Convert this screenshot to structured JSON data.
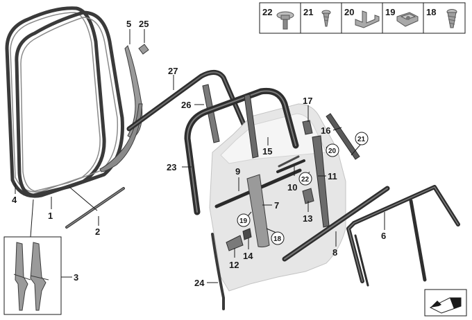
{
  "diagram": {
    "part_numbers_table": [
      "22",
      "21",
      "20",
      "19",
      "18"
    ],
    "callouts": [
      {
        "id": "c1",
        "text": "1"
      },
      {
        "id": "c2",
        "text": "2"
      },
      {
        "id": "c3",
        "text": "3"
      },
      {
        "id": "c4",
        "text": "4"
      },
      {
        "id": "c5",
        "text": "5"
      },
      {
        "id": "c6",
        "text": "6"
      },
      {
        "id": "c7",
        "text": "7"
      },
      {
        "id": "c8",
        "text": "8"
      },
      {
        "id": "c9",
        "text": "9"
      },
      {
        "id": "c10",
        "text": "10"
      },
      {
        "id": "c11",
        "text": "11"
      },
      {
        "id": "c12",
        "text": "12"
      },
      {
        "id": "c13",
        "text": "13"
      },
      {
        "id": "c14",
        "text": "14"
      },
      {
        "id": "c15",
        "text": "15"
      },
      {
        "id": "c16",
        "text": "16"
      },
      {
        "id": "c17",
        "text": "17"
      },
      {
        "id": "c23",
        "text": "23"
      },
      {
        "id": "c24",
        "text": "24"
      },
      {
        "id": "c25",
        "text": "25"
      },
      {
        "id": "c26",
        "text": "26"
      },
      {
        "id": "c27",
        "text": "27"
      }
    ],
    "circled_callouts": [
      {
        "id": "cc21",
        "text": "21"
      },
      {
        "id": "cc20",
        "text": "20"
      },
      {
        "id": "cc22",
        "text": "22"
      },
      {
        "id": "cc19",
        "text": "19"
      },
      {
        "id": "cc18",
        "text": "18"
      }
    ],
    "icons": [
      "screw-22-icon",
      "screw-21-icon",
      "clip-20-icon",
      "clip-19-icon",
      "screw-18-icon",
      "navigation-arrow-icon"
    ]
  }
}
